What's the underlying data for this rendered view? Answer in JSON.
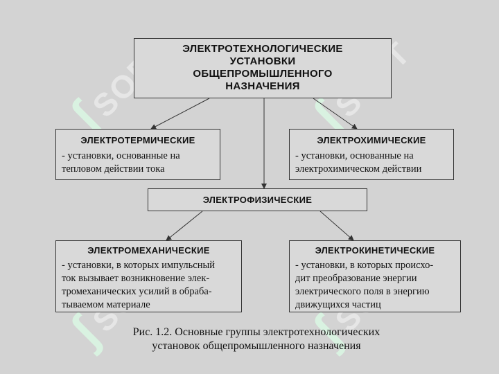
{
  "watermark": "SOFT",
  "top": {
    "title_lines": [
      "ЭЛЕКТРОТЕХНОЛОГИЧЕСКИЕ",
      "УСТАНОВКИ",
      "ОБЩЕПРОМЫШЛЕННОГО",
      "НАЗНАЧЕНИЯ"
    ]
  },
  "thermal": {
    "title": "ЭЛЕКТРОТЕРМИЧЕСКИЕ",
    "desc_lines": [
      "- установки, основанные на",
      "тепловом действии тока"
    ]
  },
  "chemical": {
    "title": "ЭЛЕКТРОХИМИЧЕСКИЕ",
    "desc_lines": [
      "- установки, основанные на",
      "электрохимическом действии"
    ]
  },
  "physical": {
    "title": "ЭЛЕКТРОФИЗИЧЕСКИЕ"
  },
  "mechanical": {
    "title": "ЭЛЕКТРОМЕХАНИЧЕСКИЕ",
    "desc_lines": [
      "- установки, в которых импульсный",
      "ток вызывает возникновение элек-",
      "тромеханических усилий в обраба-",
      "тываемом материале"
    ]
  },
  "kinetic": {
    "title": "ЭЛЕКТРОКИНЕТИЧЕСКИЕ",
    "desc_lines": [
      "- установки, в которых происхо-",
      "дит преобразование энергии",
      "электрического поля в энергию",
      "движущихся частиц"
    ]
  },
  "caption_lines": [
    "Рис. 1.2. Основные группы электротехнологических",
    "установок общепромышленного назначения"
  ]
}
